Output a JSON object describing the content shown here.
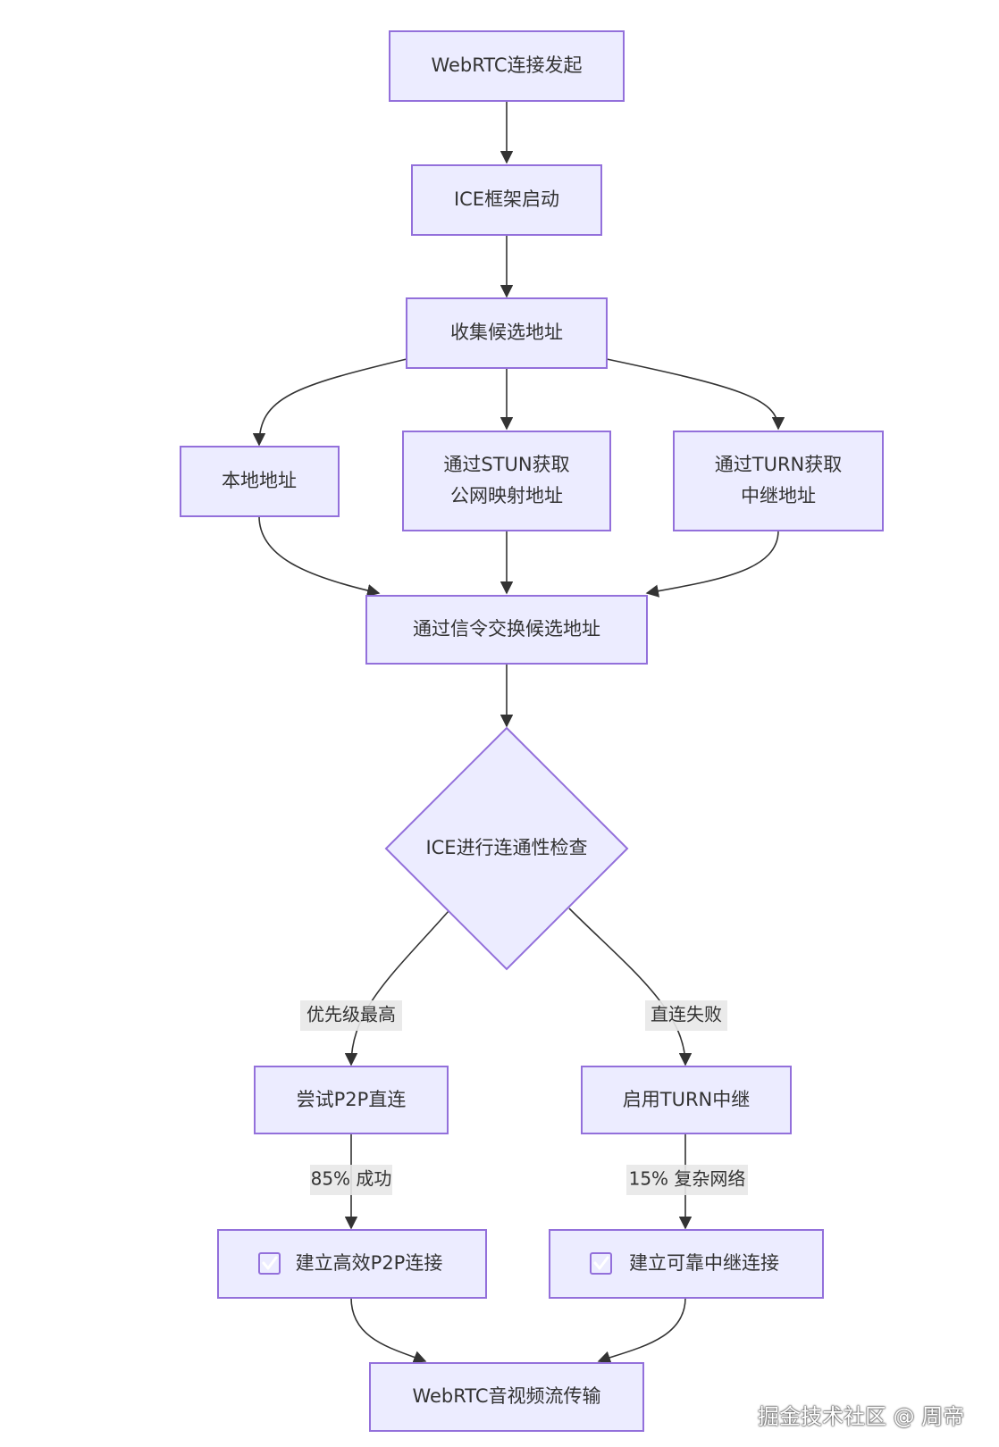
{
  "nodes": {
    "start": "WebRTC连接发起",
    "ice_start": "ICE框架启动",
    "gather": "收集候选地址",
    "local": "本地地址",
    "stun": [
      "通过STUN获取",
      "公网映射地址"
    ],
    "turn": [
      "通过TURN获取",
      "中继地址"
    ],
    "exchange": "通过信令交换候选地址",
    "check": "ICE进行连通性检查",
    "p2p_try": "尝试P2P直连",
    "turn_relay": "启用TURN中继",
    "p2p_ok": "建立高效P2P连接",
    "relay_ok": "建立可靠中继连接",
    "media": "WebRTC音视频流传输"
  },
  "edge_labels": {
    "priority": "优先级最高",
    "direct_fail": "直连失败",
    "p2p_success": "85% 成功",
    "complex_net": "15% 复杂网络"
  },
  "icons": {
    "success": "check-mark-icon"
  },
  "colors": {
    "node_fill": "#ECECFF",
    "node_stroke": "#9370DB",
    "edge": "#333333",
    "check_green": "#1fa31f"
  },
  "watermark": "掘金技术社区 @ 周帝"
}
